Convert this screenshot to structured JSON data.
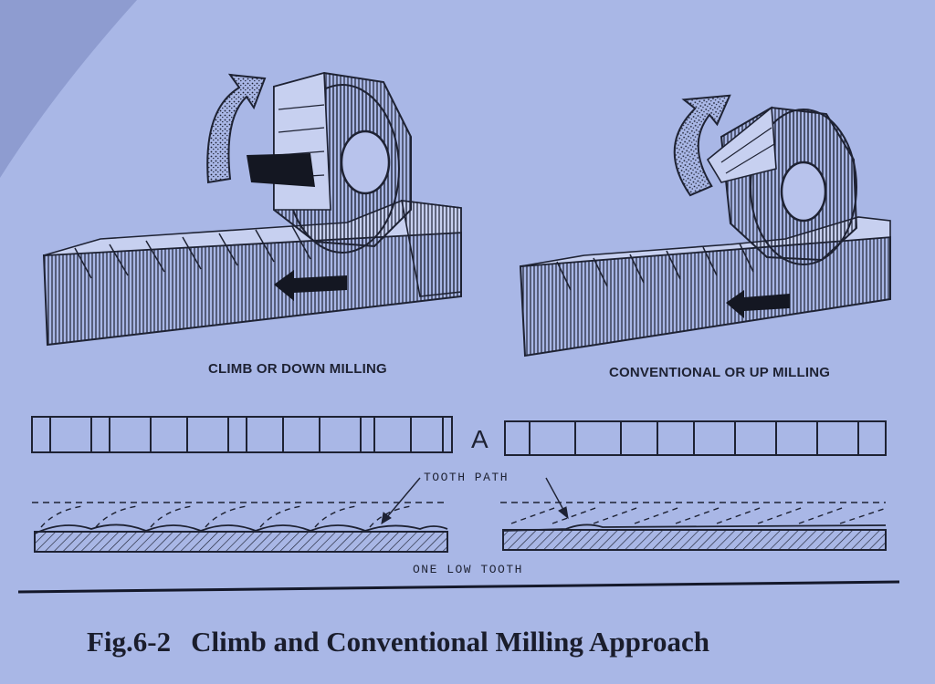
{
  "captions": {
    "climb": "CLIMB OR DOWN MILLING",
    "conventional": "CONVENTIONAL OR UP MILLING"
  },
  "labels": {
    "a": "A",
    "tooth_path": "TOOTH PATH",
    "one_low_tooth": "ONE LOW TOOTH"
  },
  "figure": {
    "number": "Fig.6-2",
    "title": "Climb and Conventional Milling Approach"
  },
  "colors": {
    "page": "#a9b7e6",
    "ink": "#1e2233",
    "paper_shadow": "#8e9cd0"
  }
}
